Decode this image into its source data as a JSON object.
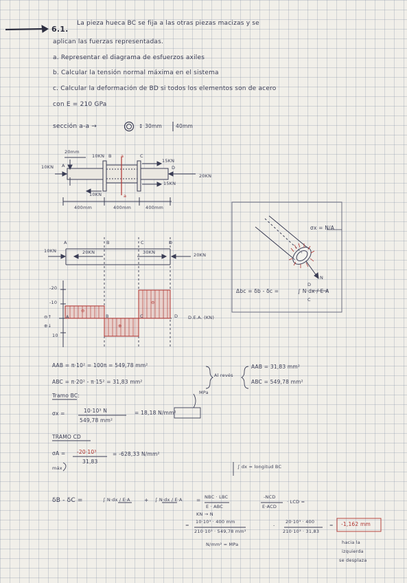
{
  "heading": {
    "number": "6.1.",
    "line1": "La pieza hueca BC se fija a las otras piezas macizas y se",
    "line2": "aplican las fuerzas representadas.",
    "item_a": "a. Representar el diagrama de esfuerzos axiles",
    "item_b": "b. Calcular la tensión normal máxima en el sistema",
    "item_c": "c. Calcular la deformación de BD si todos los elementos son de acero",
    "item_c2": "con E = 210 GPa"
  },
  "section": {
    "label": "sección a-a →",
    "inner": "↕ 30mm",
    "outer": "40mm"
  },
  "beam": {
    "dim_top": "20mm",
    "load_left": "10KN",
    "pt_a": "A",
    "load_b": "10KN",
    "pt_b": "B",
    "cut_a": "a",
    "pt_c": "C",
    "load_c_top": "15KN",
    "pt_d": "D",
    "load_d": "20KN",
    "load_c_bot": "15KN",
    "load_b_bot": "10KN",
    "cut_a2": "a",
    "len1": "400mm",
    "len2": "400mm",
    "len3": "400mm"
  },
  "fbd": {
    "pt_a": "A",
    "pt_b": "B",
    "pt_c": "C",
    "pt_d": "D",
    "f_left": "10KN",
    "f_ab": "20KN",
    "f_bc": "30KN",
    "f_right": "20KN"
  },
  "diagram": {
    "y_m20": "-20",
    "y_m10": "-10",
    "y_10": "10",
    "sign_pos": "⊖↑",
    "sign_neg": "⊕↓",
    "pt_a": "A",
    "pt_b": "B",
    "pt_c": "C",
    "pt_d": "D",
    "title": "D.E.A. (KN)",
    "sign_minus": "⊖",
    "sign_plus": "⊕"
  },
  "sketch": {
    "sigma": "σx = N/A",
    "force": "N",
    "eq_lhs": "Δbc = δb - δc =",
    "eq_int": "∫ N·dx / E·A",
    "lim_top": "D",
    "lim_bot": "C"
  },
  "calc": {
    "a_ab": "AAB = π·10² = 100π = 549,78 mm²",
    "a_bc": "ABC = π·20² - π·15² = 31,83 mm²",
    "note": "Al revés",
    "fix_ab": "AAB = 31,83 mm²",
    "fix_bc": "ABC = 549,78 mm²",
    "mpa_note": "MPa",
    "tramo_bc": "Tramo BC:",
    "sig_x": "σx =",
    "sig_num": "10·10³ N",
    "sig_den": "549,78 mm²",
    "sig_res": "= 18,18 N/mm²",
    "tramo_cd": "TRAMO CD",
    "sa_lhs": "σA =",
    "sa_num": "-20·10³",
    "sa_den": "31,83",
    "sa_res": "= -628,33 N/mm²",
    "max": "máx",
    "dx_note": "∫ dx = longitud BC",
    "def_lhs": "δB - δC =",
    "def_int1": "∫ N·dx / E·A",
    "def_plus": "+",
    "def_int2": "∫ N·dx / E·A",
    "def_eq": "=",
    "def_t1_num": "NBC · LBC",
    "def_t1_den": "E · ABC",
    "def_t2_num": "-NCD",
    "def_t2_den": "E·ACD",
    "def_t2_l": "· LCD =",
    "kn_note": "KN → N",
    "row2_eq": "=",
    "row2_num": "10·10³ · 400 mm",
    "row2_den": "210·10³ · 549,78 mm²",
    "row2_minus": "-",
    "row2_num2": "20·10³ · 400",
    "row2_den2": "210·10³ · 31,83",
    "row2_eq2": "=",
    "result": "-1,162 mm",
    "units": "N/mm² = MPa",
    "conc1": "hacia la",
    "conc2": "izquierda",
    "conc3": "se desplaza"
  }
}
